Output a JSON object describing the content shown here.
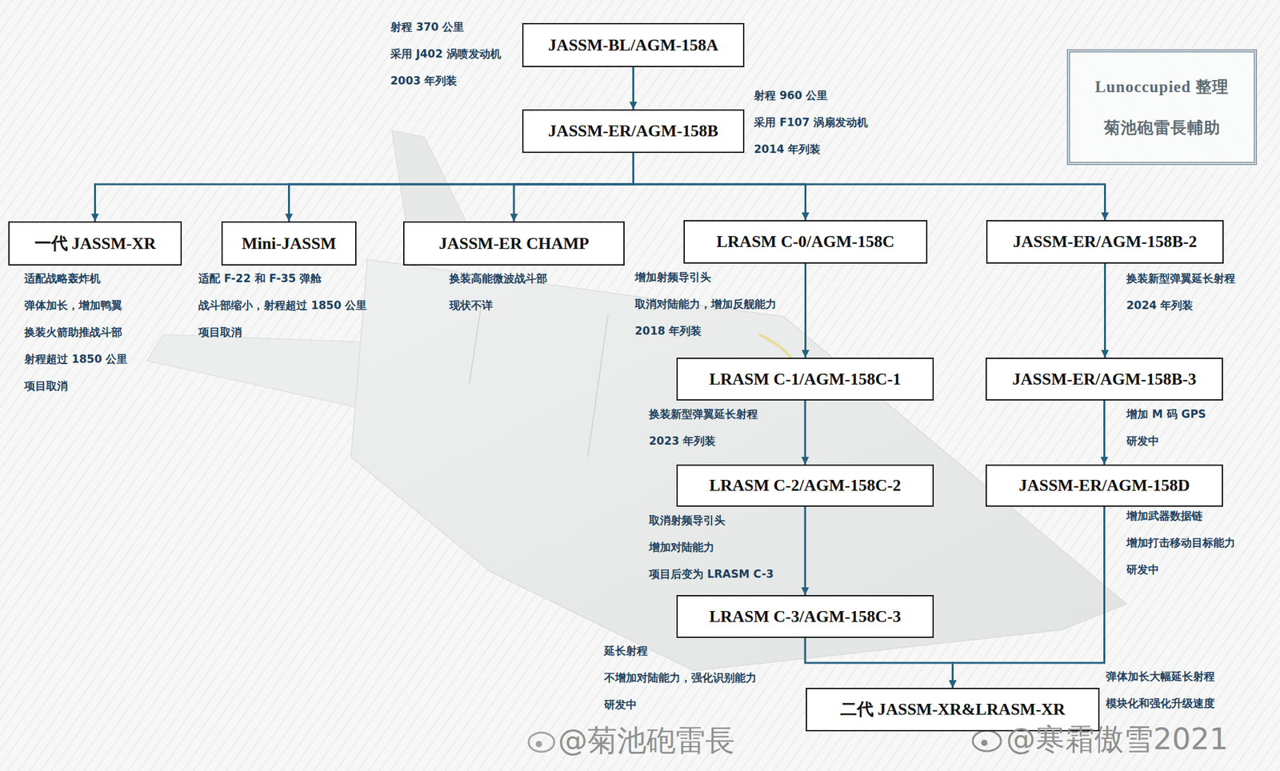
{
  "diagram": {
    "nodes": [
      {
        "text": [
          "JASSM-BL/AGM-158A"
        ]
      },
      {
        "text": [
          "JASSM-ER/AGM-158B"
        ]
      },
      {
        "text": [
          "Lunoccupied 整理",
          "菊池砲雷長輔助"
        ]
      },
      {
        "text": [
          "一代 JASSM-XR"
        ]
      },
      {
        "text": [
          "Mini-JASSM"
        ]
      },
      {
        "text": [
          "JASSM-ER CHAMP"
        ]
      },
      {
        "text": [
          "LRASM C-0/AGM-158C"
        ]
      },
      {
        "text": [
          "JASSM-ER/AGM-158B-2"
        ]
      },
      {
        "text": [
          "LRASM C-1/AGM-158C-1"
        ]
      },
      {
        "text": [
          "JASSM-ER/AGM-158B-3"
        ]
      },
      {
        "text": [
          "LRASM C-2/AGM-158C-2"
        ]
      },
      {
        "text": [
          "JASSM-ER/AGM-158D"
        ]
      },
      {
        "text": [
          "LRASM C-3/AGM-158C-3"
        ]
      },
      {
        "text": [
          "二代 JASSM-XR&LRASM-XR"
        ]
      }
    ],
    "edges": [
      {
        "from": 0,
        "to": 1,
        "arrow": "to"
      },
      {
        "from": 1,
        "to": 3,
        "arrow": "to"
      },
      {
        "from": 1,
        "to": 4,
        "arrow": "to"
      },
      {
        "from": 1,
        "to": 5,
        "arrow": "to"
      },
      {
        "from": 1,
        "to": 6,
        "arrow": "to"
      },
      {
        "from": 1,
        "to": 7,
        "arrow": "to"
      },
      {
        "from": 6,
        "to": 8,
        "arrow": "to"
      },
      {
        "from": 8,
        "to": 10,
        "arrow": "to"
      },
      {
        "from": 10,
        "to": 12,
        "arrow": "to"
      },
      {
        "from": 7,
        "to": 9,
        "arrow": "to"
      },
      {
        "from": 9,
        "to": 11,
        "arrow": "to"
      },
      {
        "from": 12,
        "to": 13,
        "arrow": "to"
      },
      {
        "from": 11,
        "to": 13,
        "arrow": "to"
      }
    ],
    "labels": [
      "射程 370 公里",
      "采用 J402 涡喷发动机",
      "2003 年列装",
      "射程 960 公里",
      "采用 F107 涡扇发动机",
      "2014 年列装",
      "适配战略轰炸机",
      "弹体加长，增加鸭翼",
      "换装火箭助推战斗部",
      "射程超过 1850 公里",
      "项目取消",
      "适配 F-22 和 F-35 弹舱",
      "战斗部缩小，射程超过 1850 公里",
      "项目取消",
      "换装高能微波战斗部",
      "现状不详",
      "增加射频导引头",
      "取消对陆能力，增加反舰能力",
      "2018 年列装",
      "换装新型弹翼延长射程",
      "2024 年列装",
      "换装新型弹翼延长射程",
      "2023 年列装",
      "增加 M 码 GPS",
      "研发中",
      "取消射频导引头",
      "增加对陆能力",
      "项目后变为 LRASM C-3",
      "增加武器数据链",
      "增加打击移动目标能力",
      "研发中",
      "延长射程",
      "不增加对陆能力，强化识别能力",
      "研发中",
      "弹体加长大幅延长射程",
      "模块化和强化升级速度",
      "@菊池砲雷長",
      "@寒霜傲雪2021"
    ]
  }
}
